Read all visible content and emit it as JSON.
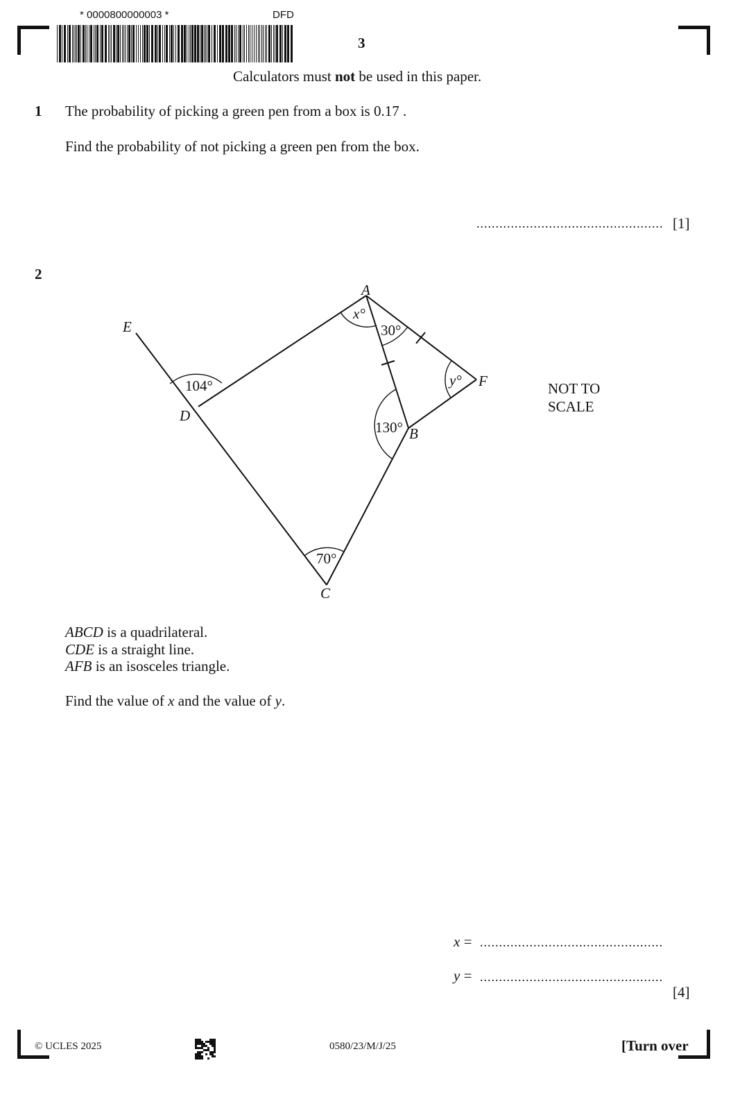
{
  "header": {
    "candidate_code": "* 0000800000003 *",
    "center_code": "DFD",
    "page_number": "3",
    "instruction_prefix": "Calculators must ",
    "instruction_bold": "not",
    "instruction_suffix": " be used in this paper."
  },
  "q1": {
    "number": "1",
    "line1": "The probability of picking a green pen from a box is 0.17 .",
    "line2": "Find the probability of not picking a green pen from the box.",
    "marks": "[1]"
  },
  "q2": {
    "number": "2",
    "diagram": {
      "points": {
        "A": "A",
        "B": "B",
        "C": "C",
        "D": "D",
        "E": "E",
        "F": "F"
      },
      "angles": {
        "at_A": "x°",
        "at_A_triangle": "30°",
        "at_F": "y°",
        "at_D": "104°",
        "at_B": "130°",
        "at_C": "70°"
      },
      "note_line1": "NOT TO",
      "note_line2": "SCALE"
    },
    "facts": [
      {
        "italic": "ABCD",
        "text": " is a quadrilateral."
      },
      {
        "italic": "CDE",
        "text": " is a straight line."
      },
      {
        "italic": "AFB",
        "text": " is an isosceles triangle."
      }
    ],
    "task_prefix": "Find the value of ",
    "task_x": "x",
    "task_mid": " and the value of ",
    "task_y": "y",
    "task_suffix": ".",
    "answer_x_var": "x",
    "answer_y_var": "y",
    "equals": " =",
    "marks": "[4]"
  },
  "footer": {
    "copyright": "© UCLES 2025",
    "paper_code": "0580/23/M/J/25",
    "turn_over": "[Turn over"
  }
}
